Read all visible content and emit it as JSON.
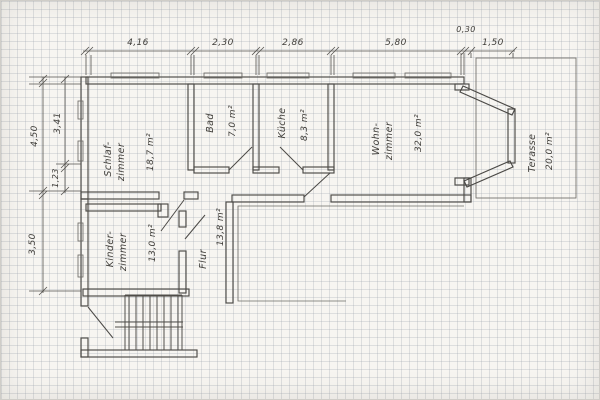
{
  "drawing": {
    "kind": "hand-drawn apartment floor plan on graph paper",
    "pencil_color": "#4b4946",
    "paper_color": "#f7f5f1",
    "grid_color": "#a2a8b2"
  },
  "rooms": {
    "schlafzimmer": {
      "line1": "Schlaf-",
      "line2": "zimmer",
      "area": "18,7 m²"
    },
    "bad": {
      "line1": "Bad",
      "area": "7,0 m²"
    },
    "kueche": {
      "line1": "Küche",
      "area": "8,3 m²"
    },
    "wohnzimmer": {
      "line1": "Wohn-",
      "line2": "zimmer",
      "area": "32,0 m²"
    },
    "terasse": {
      "line1": "Terasse",
      "area": "20,0 m²"
    },
    "kinderzimmer": {
      "line1": "Kinder-",
      "line2": "zimmer",
      "area": "13,0 m²"
    },
    "flur": {
      "line1": "Flur",
      "area": "13,8 m²"
    }
  },
  "dimensions": {
    "top": {
      "d1": "4,16",
      "d2": "2,30",
      "d3": "2,86",
      "d4": "5,80",
      "d5": "0,30",
      "d6": "1,50"
    },
    "left": {
      "total": "4,50",
      "upper": "3,41",
      "lower": "1,23",
      "bottom": "3,50"
    }
  }
}
